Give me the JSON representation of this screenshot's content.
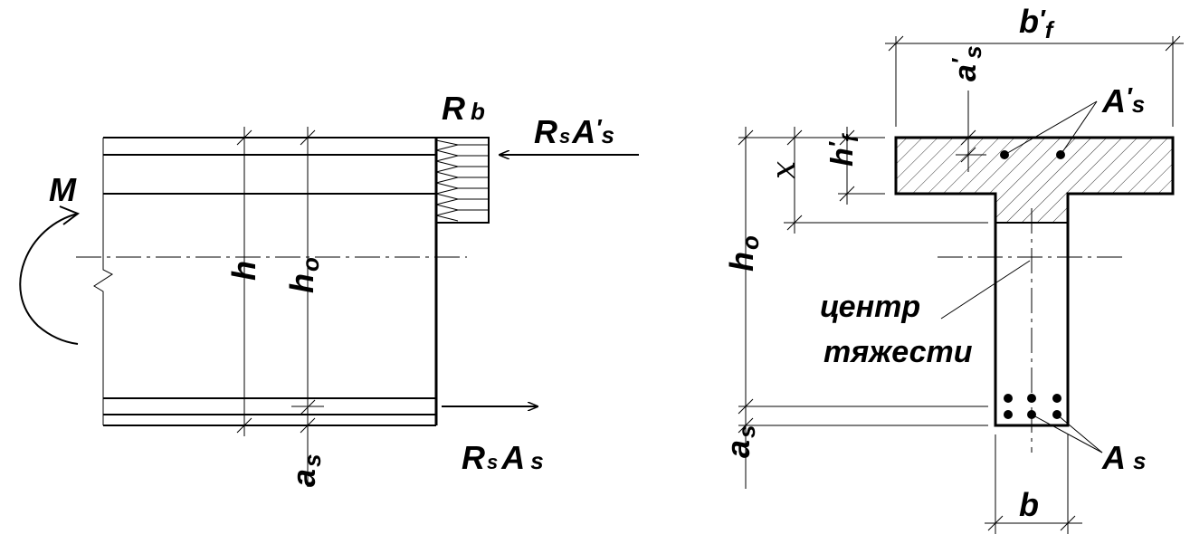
{
  "left": {
    "moment": "M",
    "h": "h",
    "h0": "h",
    "h0_sub": "o",
    "as": "a",
    "as_sub": "s",
    "rb": "R",
    "rb_sub": "b",
    "rs_as_prime": {
      "r": "R",
      "s1": "s",
      "a": "A",
      "prime": "′",
      "s2": "s"
    },
    "rs_as": {
      "r": "R",
      "s1": "s",
      "a": "A",
      "s2": "s"
    }
  },
  "right": {
    "bf": "b",
    "bf_prime": "′",
    "bf_sub": "f",
    "as_prime": "a",
    "as_prime_mark": "′",
    "as_prime_sub": "s",
    "As_prime": "A",
    "As_prime_mark": "′",
    "As_prime_sub": "s",
    "hf": "h",
    "hf_prime": "′",
    "hf_sub": "f",
    "x": "x",
    "h0": "h",
    "h0_sub": "o",
    "centroid_line1": "центр",
    "centroid_line2": "тяжести",
    "as": "a",
    "as_sub": "s",
    "As": "A",
    "As_sub": "s",
    "b": "b"
  }
}
